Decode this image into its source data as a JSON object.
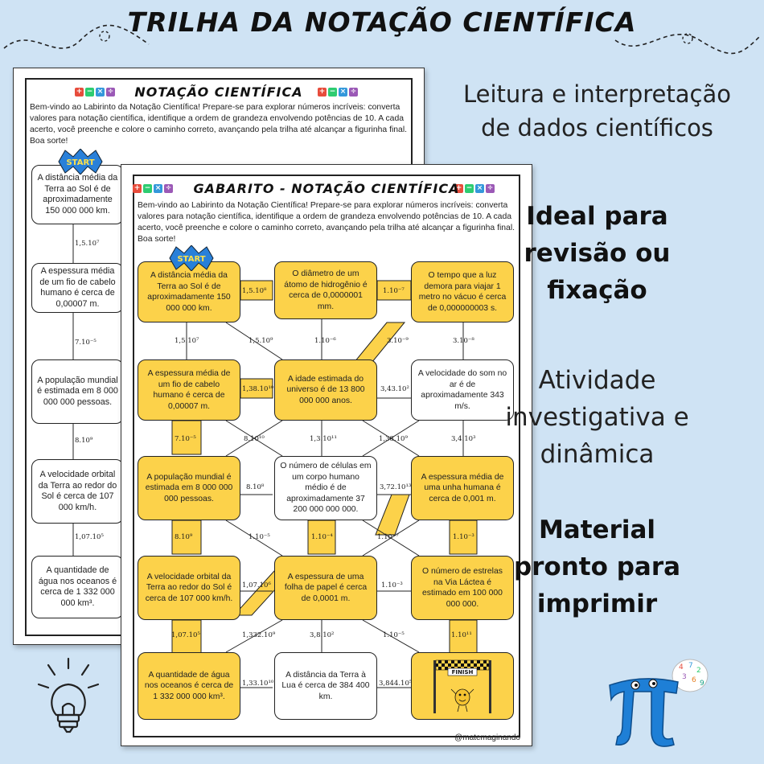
{
  "title": "TRILHA DA NOTAÇÃO CIENTÍFICA",
  "right_panel": {
    "line1": [
      "Leitura e interpretação",
      "de dados científicos"
    ],
    "line2": [
      "Ideal para",
      "revisão ou",
      "fixação"
    ],
    "line3": [
      "Atividade",
      "investigativa e",
      "dinâmica"
    ],
    "line4": [
      "Material",
      "pronto para",
      "imprimir"
    ]
  },
  "back_sheet": {
    "heading": "NOTAÇÃO CIENTÍFICA",
    "intro": "Bem-vindo ao Labirinto da Notação Científica! Prepare-se para explorar números incríveis: converta valores para notação científica, identifique a ordem de grandeza envolvendo potências de 10. A cada acerto, você preenche e colore o caminho correto, avançando pela trilha até alcançar a figurinha final. Boa sorte!",
    "start_label": "START",
    "boxes": [
      "A distância média da Terra ao Sol é de aproximadamente 150 000 000 km.",
      "A espessura média de um fio de cabelo humano é cerca de 0,00007 m.",
      "A população mundial é estimada em 8 000 000 000 pessoas.",
      "A velocidade orbital da Terra ao redor do Sol é cerca de 107 000 km/h.",
      "A quantidade de água nos oceanos é cerca de 1 332 000 000 km³."
    ],
    "connectors": [
      "1,5.10⁷",
      "7.10⁻⁵",
      "8.10⁹",
      "1,07.10⁵"
    ]
  },
  "front_sheet": {
    "heading": "GABARITO - NOTAÇÃO CIENTÍFICA",
    "intro": "Bem-vindo ao Labirinto da Notação Científica! Prepare-se para explorar números incríveis: converta valores para notação científica, identifique a ordem de grandeza envolvendo potências de 10. A cada acerto, você preenche e colore o caminho correto, avançando pela trilha até alcançar a figurinha final. Boa sorte!",
    "start_label": "START",
    "finish_label": "FINISH",
    "handle": "@matemaginando",
    "boxes": [
      {
        "text": "A distância média da Terra ao Sol é de aproximadamente 150 000 000 km.",
        "on_path": true
      },
      {
        "text": "O diâmetro de um átomo de hidrogênio é cerca de 0,0000001 mm.",
        "on_path": true
      },
      {
        "text": "O tempo que a luz demora para viajar 1 metro no vácuo é cerca de 0,000000003 s.",
        "on_path": true
      },
      {
        "text": "A espessura média de um fio de cabelo humano é cerca de 0,00007 m.",
        "on_path": true
      },
      {
        "text": "A idade estimada do universo é de 13 800 000 000 anos.",
        "on_path": true
      },
      {
        "text": "A velocidade do som no ar é de aproximadamente 343 m/s.",
        "on_path": false
      },
      {
        "text": "A população mundial é estimada em 8 000 000 000 pessoas.",
        "on_path": true
      },
      {
        "text": "O número de células em um corpo humano médio é de aproximadamente 37 200 000 000 000.",
        "on_path": false
      },
      {
        "text": "A espessura média de uma unha humana é cerca de 0,001 m.",
        "on_path": true
      },
      {
        "text": "A velocidade orbital da Terra ao redor do Sol é cerca de 107 000 km/h.",
        "on_path": true
      },
      {
        "text": "A espessura de uma folha de papel é cerca de 0,0001 m.",
        "on_path": true
      },
      {
        "text": "O número de estrelas na Via Láctea é estimado em 100 000 000 000.",
        "on_path": true
      },
      {
        "text": "A quantidade de água nos oceanos é cerca de 1 332 000 000 km³.",
        "on_path": true
      },
      {
        "text": "A distância da Terra à Lua é cerca de 384 400 km.",
        "on_path": false
      },
      {
        "text": "",
        "on_path": true
      }
    ],
    "connectors": {
      "h_row1_a": "1,5.10⁸",
      "h_row1_b": "1.10⁻⁷",
      "h_row2_a": "1,38.10¹⁰",
      "h_row2_b": "3,43.10²",
      "h_row3_a": "8.10⁸",
      "h_row3_b": "3,72.10¹³",
      "h_row4_a": "1,07.10⁶",
      "h_row4_b": "1.10⁻³",
      "h_row5_a": "1,33.10¹⁰",
      "h_row5_b": "3,844.10⁵",
      "v_c1_a": "1,5.10⁷",
      "v_c2_a": "1.10⁻⁶",
      "v_c3_a": "3.10⁻⁸",
      "v_c1_b": "7.10⁻⁵",
      "v_c2_b": "1,3.10¹¹",
      "v_c3_b": "3,4.10³",
      "v_c1_c": "8.10⁹",
      "v_c2_c": "1.10⁻⁴",
      "v_c3_c": "1.10⁻³",
      "v_c1_d": "1,07.10⁵",
      "v_c2_d": "3,8.10²",
      "v_c3_d": "1.10¹¹",
      "d_r1_l": "1,5.10⁹",
      "d_r1_r": "3.10⁻⁹",
      "d_r2_l": "8.10¹⁰",
      "d_r2_r": "1,38.10⁹",
      "d_r3_l": "1.10⁻⁵",
      "d_r3_r": "1.10⁻⁷",
      "d_r4_l": "1,332.10⁹",
      "d_r4_r": "1.10⁻⁵"
    }
  },
  "colors": {
    "path_yellow": "#fcd24a",
    "background": "#cfe3f4",
    "pi_blue": "#1e7fd6"
  }
}
